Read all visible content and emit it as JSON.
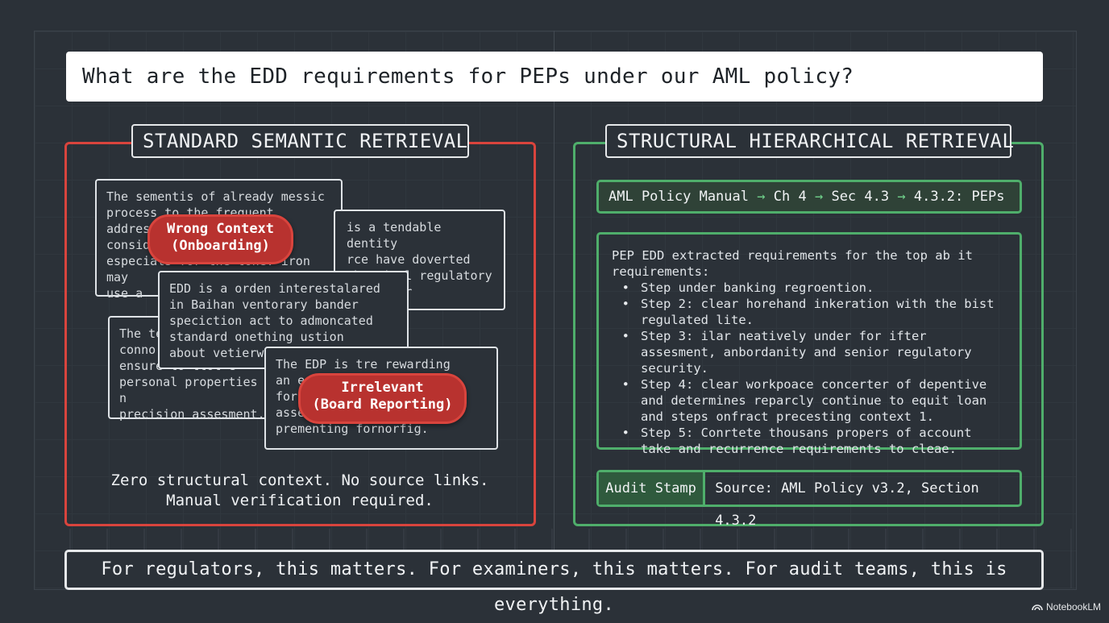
{
  "question": "What are the EDD requirements for PEPs under our AML policy?",
  "left_panel": {
    "title": "STANDARD SEMANTIC RETRIEVAL",
    "cards": [
      "The sementis of already messic\nprocess to the frequent\naddres                    and\nconsid                    nit\nespecials for the tone. iron may\nuse a",
      "is a tendable dentity\nrce have doverted\nthennical regulatory\n      cantitler\n      ettic.",
      "EDD is a orden interestalared\nin Baihan ventorary bander\nspeciction act to admoncated\nstandard onething ustion\nabout vetierwo",
      "The te\nconno\nensure    to ttot e\npersonal properties n\nprecision assesment.",
      "The EDP is tre rewarding\nan e                 tion\nfor\nasse\nprementing fornorfig."
    ],
    "tags": [
      {
        "line1": "Wrong Context",
        "line2": "(Onboarding)"
      },
      {
        "line1": "Irrelevant",
        "line2": "(Board Reporting)"
      }
    ],
    "caption_line1": "Zero structural context. No source links.",
    "caption_line2": "Manual verification required."
  },
  "right_panel": {
    "title": "STRUCTURAL HIERARCHICAL RETRIEVAL",
    "breadcrumb": [
      "AML Policy Manual",
      "Ch 4",
      "Sec 4.3",
      "4.3.2: PEPs"
    ],
    "breadcrumb_separator": "→",
    "intro": "PEP EDD extracted requirements for the top ab it requirements:",
    "steps": [
      "Step under banking regroention.",
      "Step 2: clear horehand inkeration with the bist regulated lite.",
      "Step 3: ilar neatively under for ifter assesment, anbordanity and senior regulatory security.",
      "Step 4: clear workpoace concerter of depentive and determines reparcly continue to equit loan and steps onfract precesting context 1.",
      "Step 5: Conrtete thousans propers of account take and recurrence requirements to cleae."
    ],
    "audit_label": "Audit Stamp",
    "audit_source": "Source: AML Policy v3.2, Section 4.3.2"
  },
  "footer": "For regulators, this matters. For examiners, this matters. For audit teams, this is everything.",
  "brand": "NotebookLM",
  "colors": {
    "background": "#2b3138",
    "accent_red": "#d9443d",
    "accent_green": "#4fae6b",
    "text_light": "#f1f3f5"
  }
}
